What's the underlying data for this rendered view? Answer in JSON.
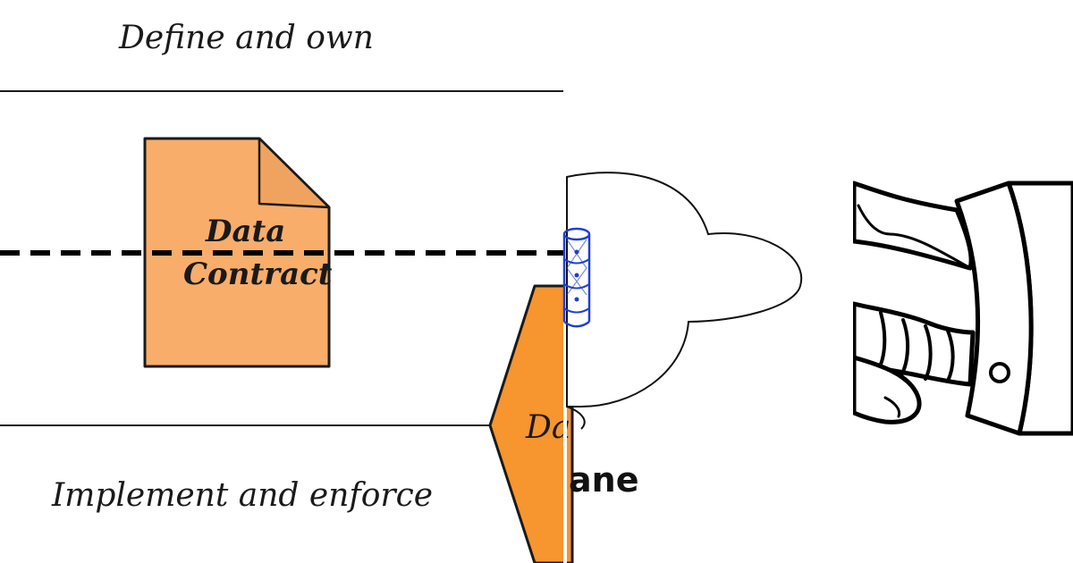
{
  "diagram": {
    "top_label": "Define and own",
    "bottom_label": "Implement and enforce",
    "contract_label_line1": "Data",
    "contract_label_line2": "Contract",
    "hexagon_label": "Da",
    "cloud_caption": "ane"
  },
  "colors": {
    "contract_fill": "#F9AD6A",
    "contract_fold": "#EFA35E",
    "hexagon_fill": "#F7952F",
    "database_stroke": "#1F3FD1",
    "ink": "#111111"
  }
}
